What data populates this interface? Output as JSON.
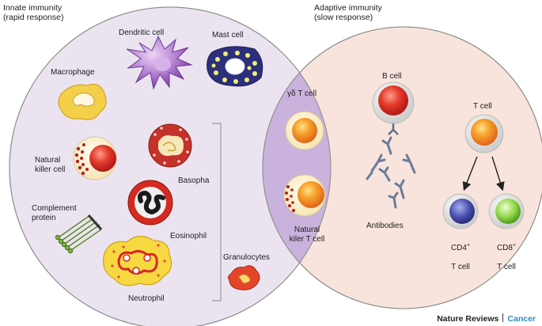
{
  "headers": {
    "innate": "Innate immunity\n(rapid response)",
    "adaptive": "Adaptive immunity\n(slow response)"
  },
  "labels": {
    "dendritic_cell": "Dendritic cell",
    "mast_cell": "Mast cell",
    "macrophage": "Macrophage",
    "natural_killer_cell": "Natural\nkiller cell",
    "basophil": "Basopha",
    "eosinophil": "Eosinophil",
    "complement_protein": "Complement\nprotein",
    "neutrophil": "Neutrophil",
    "granulocytes": "Granulocytes",
    "gamma_delta_t_cell": "γδ T cell",
    "natural_killer_t_cell": "Natural\nkiler T cell",
    "b_cell": "B cell",
    "antibodies": "Antibodies",
    "t_cell": "T cell",
    "cd4_main": "CD4",
    "cd4_sup": "+",
    "cd4_sub": "T cell",
    "cd8_main": "CD8",
    "cd8_sup": "+",
    "cd8_sub": "T cell"
  },
  "footer": {
    "journal": "Nature Reviews",
    "section": "Cancer"
  },
  "colors": {
    "innate_fill": "#ebe4f0",
    "adaptive_fill": "#f8e4dc",
    "overlap_fill": "#c9b2dc",
    "accent_blue": "#2a8bc7"
  }
}
